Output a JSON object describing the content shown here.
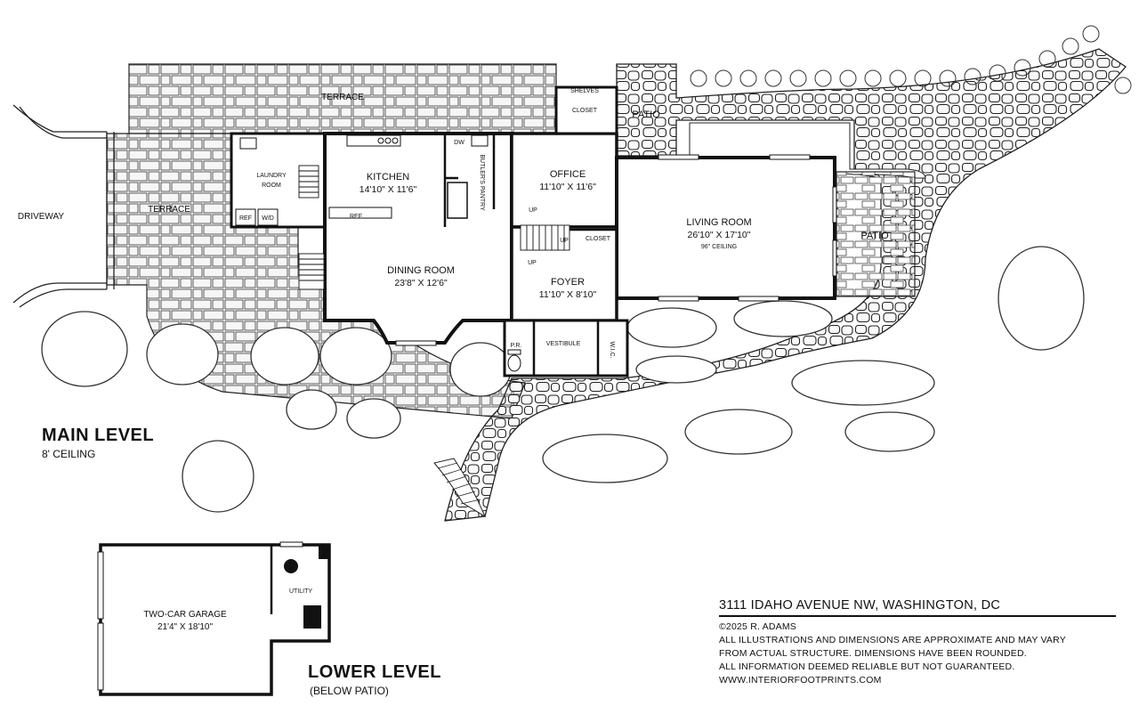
{
  "plan": {
    "main_level": {
      "title": "MAIN LEVEL",
      "subtitle": "8' CEILING",
      "rooms": {
        "terrace_top": "TERRACE",
        "terrace_left": "TERRACE",
        "driveway": "DRIVEWAY",
        "laundry_1": "LAUNDRY",
        "laundry_2": "ROOM",
        "kitchen": "KITCHEN",
        "kitchen_dim": "14'10\" X 11'6\"",
        "butlers_pantry": "BUTLER'S PANTRY",
        "dw": "DW",
        "ref_1": "REF",
        "ref_2": "REF",
        "wd": "W/D",
        "shelves": "SHELVES",
        "closet_top": "CLOSET",
        "patio_top": "PATIO",
        "office": "OFFICE",
        "office_dim": "11'10\" X 11'6\"",
        "living_room": "LIVING ROOM",
        "living_dim": "26'10\" X 17'10\"",
        "living_ceiling": "96\" CEILING",
        "patio_right": "PATIO",
        "dining_room": "DINING ROOM",
        "dining_dim": "23'8\" X 12'6\"",
        "foyer": "FOYER",
        "foyer_dim": "11'10\" X 8'10\"",
        "closet_stair": "CLOSET",
        "up_1": "UP",
        "up_2": "UP",
        "up_3": "UP",
        "pr": "P.R.",
        "vestibule": "VESTIBULE",
        "wic": "W.I.C."
      }
    },
    "lower_level": {
      "title": "LOWER LEVEL",
      "subtitle": "(BELOW PATIO)",
      "garage": "TWO-CAR GARAGE",
      "garage_dim": "21'4\" X 18'10\"",
      "utility": "UTILITY"
    }
  },
  "notes": {
    "address": "3111 IDAHO AVENUE NW, WASHINGTON, DC",
    "copyright": "©2025 R. ADAMS",
    "lines": [
      "ALL ILLUSTRATIONS AND DIMENSIONS ARE APPROXIMATE AND MAY VARY",
      "FROM ACTUAL STRUCTURE. DIMENSIONS HAVE BEEN ROUNDED.",
      "ALL INFORMATION DEEMED RELIABLE BUT NOT GUARANTEED.",
      "WWW.INTERIORFOOTPRINTS.COM"
    ]
  },
  "colors": {
    "ink": "#111111",
    "paver": "#f4f4f4",
    "background": "#ffffff"
  }
}
